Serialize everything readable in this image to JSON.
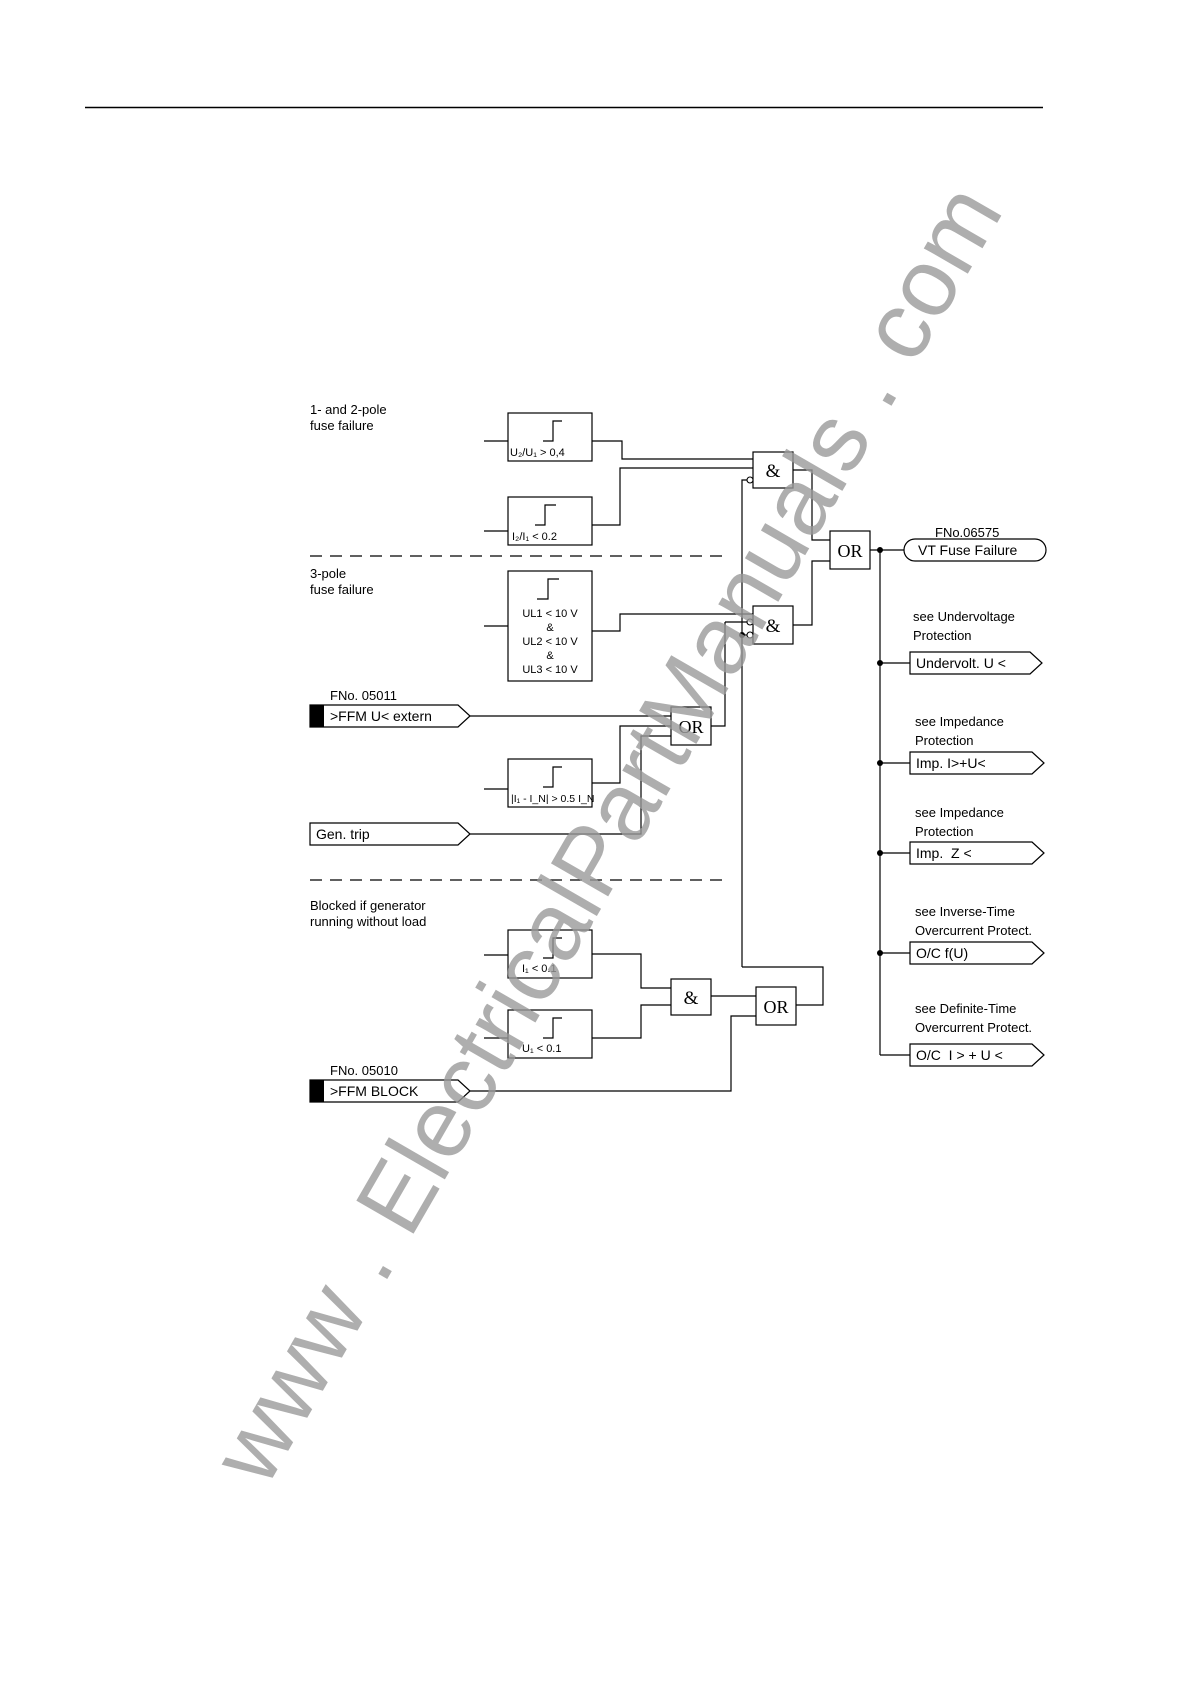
{
  "diagram": {
    "sections": {
      "fuse_12pole": [
        "1- and 2-pole",
        "fuse failure"
      ],
      "fuse_3pole": [
        "3-pole",
        "fuse failure"
      ],
      "blocked": [
        "Blocked if generator",
        "running without load"
      ]
    },
    "threshold_blocks": {
      "u2u1": "U₂/U₁ > 0,4",
      "i2i1": "I₂/I₁ < 0.2",
      "ul_lines": [
        "UL1 < 10 V",
        "&",
        "UL2 < 10 V",
        "&",
        "UL3 < 10 V"
      ],
      "i1in": "|I₁ - I_N| > 0.5 I_N",
      "i1": "I₁ < 0.1",
      "u1": "U₁ < 0.1"
    },
    "gates": {
      "and1": "&",
      "and2": "&",
      "and3": "&",
      "or_main": "OR",
      "or_ext": "OR",
      "or_block": "OR"
    },
    "inputs": {
      "extern_fno": "FNo. 05011",
      "extern_label": ">FFM U< extern",
      "gentrip_label": "Gen. trip",
      "block_fno": "FNo. 05010",
      "block_label": ">FFM BLOCK"
    },
    "outputs": {
      "fuse_fno": "FNo.06575",
      "fuse_label": "VT Fuse Failure",
      "items": [
        {
          "note": [
            "see Undervoltage",
            "Protection"
          ],
          "label": "Undervolt. U <"
        },
        {
          "note": [
            "see Impedance",
            "Protection"
          ],
          "label": "Imp. I>+U<"
        },
        {
          "note": [
            "see Impedance",
            "Protection"
          ],
          "label": "Imp.  Z <"
        },
        {
          "note": [
            "see Inverse-Time",
            "Overcurrent Protect."
          ],
          "label": "O/C f(U)"
        },
        {
          "note": [
            "see Definite-Time",
            "Overcurrent Protect."
          ],
          "label": "O/C  I > + U <"
        }
      ]
    }
  },
  "watermark": "www . ElectricalPartManuals . com"
}
